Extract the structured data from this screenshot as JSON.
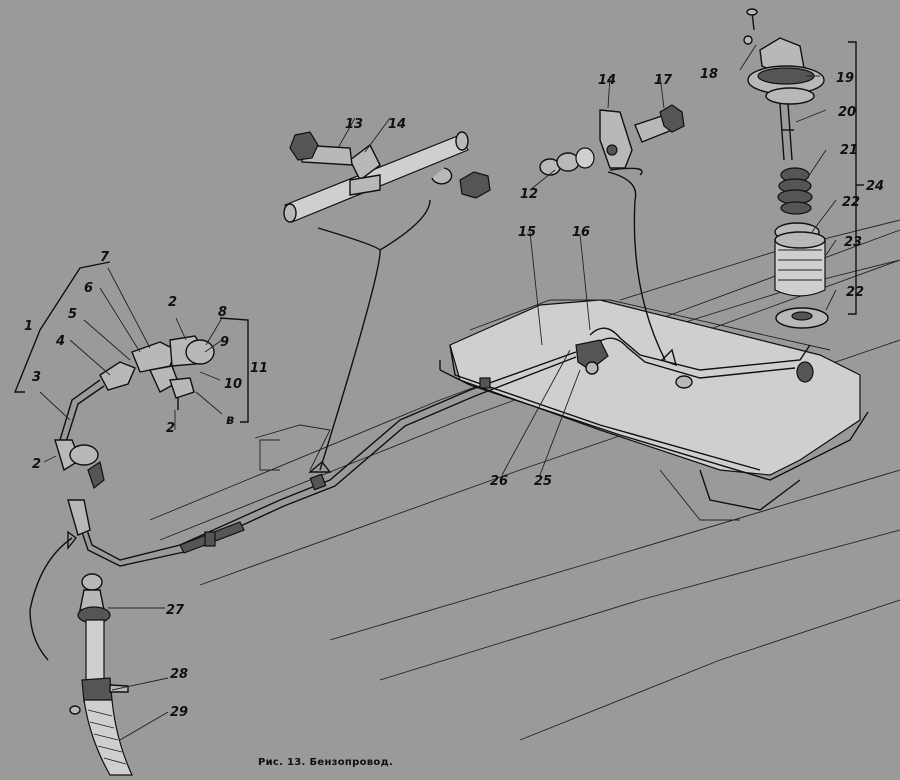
{
  "caption": "Рис. 13. Бензопровод.",
  "callouts": [
    "1",
    "2",
    "3",
    "4",
    "5",
    "6",
    "7",
    "8",
    "9",
    "10",
    "11",
    "в",
    "2",
    "2",
    "13",
    "14",
    "12",
    "14",
    "17",
    "18",
    "19",
    "20",
    "21",
    "22",
    "23",
    "22",
    "24",
    "15",
    "16",
    "26",
    "25",
    "27",
    "28",
    "29"
  ]
}
